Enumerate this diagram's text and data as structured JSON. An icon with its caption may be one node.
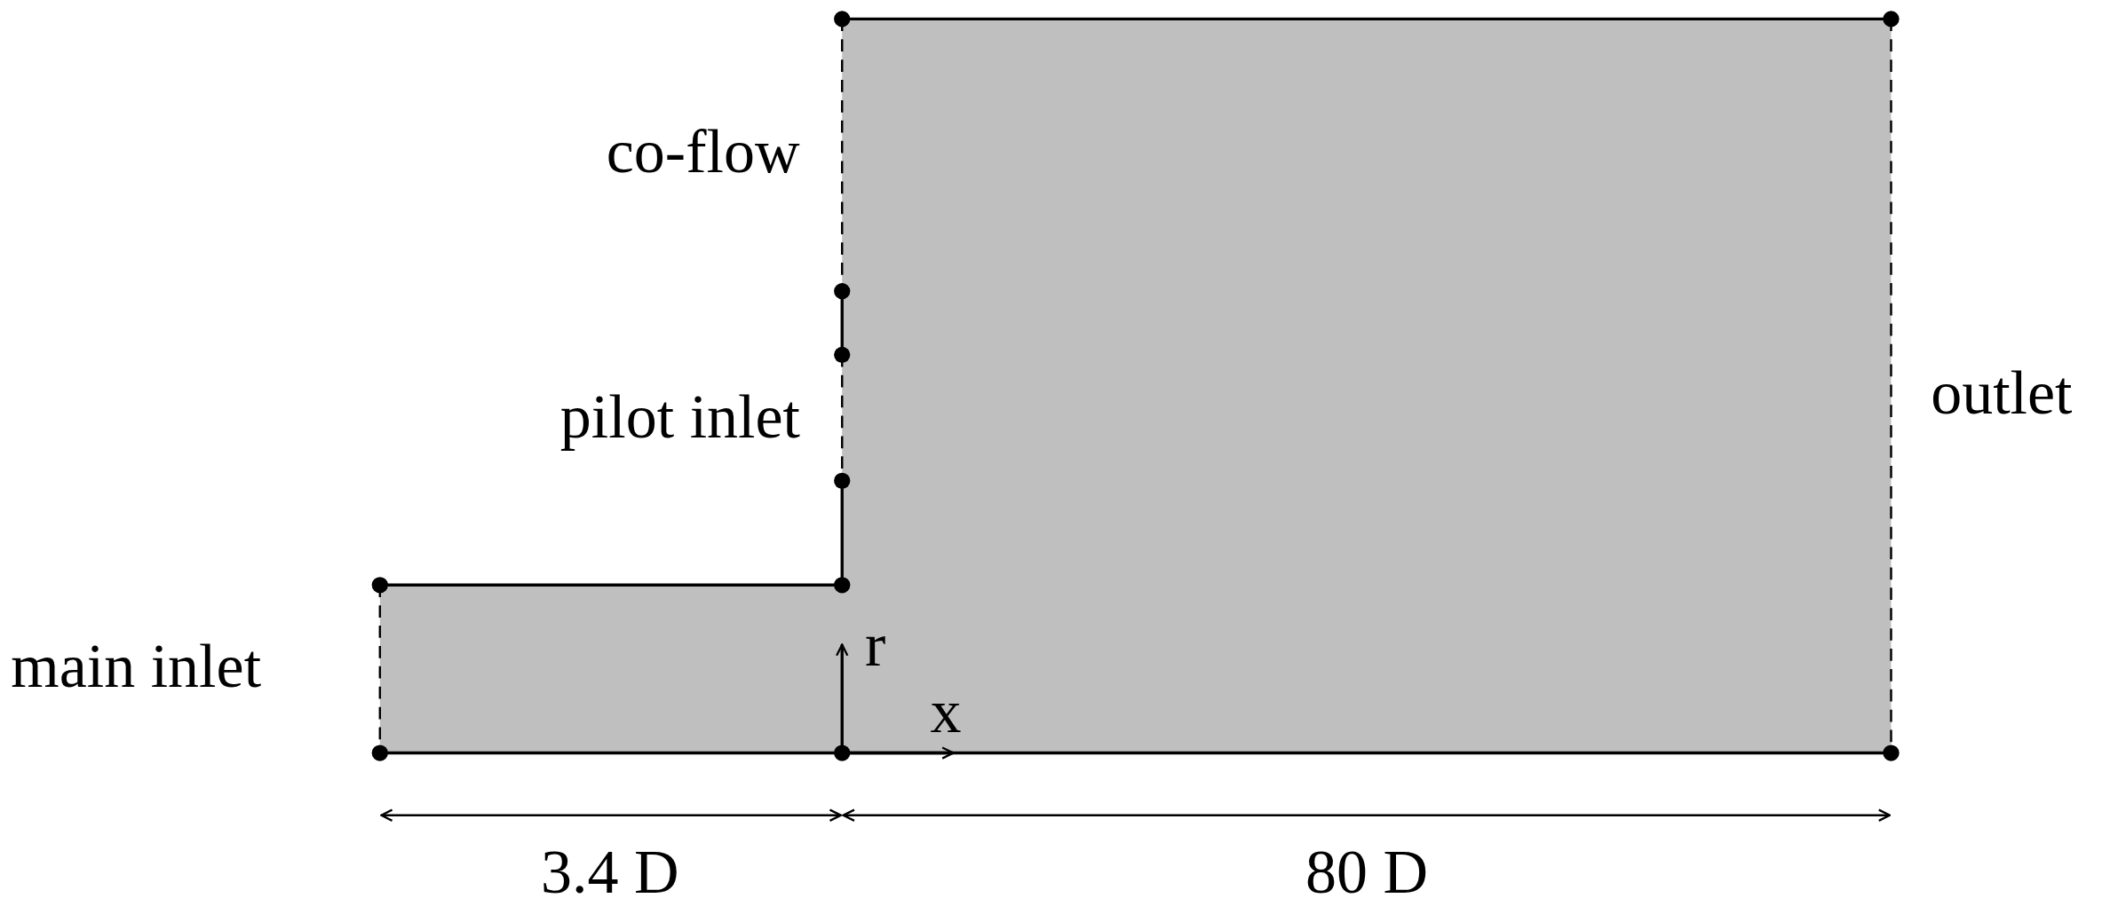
{
  "diagram": {
    "labels": [
      "co-flow",
      "outlet",
      "pilot inlet",
      "r",
      "main inlet",
      "x",
      "3.4 D",
      "80 D"
    ]
  }
}
